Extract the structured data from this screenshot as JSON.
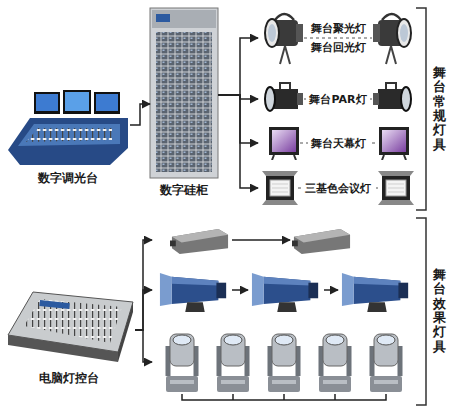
{
  "diagram": {
    "nodes": [
      {
        "text": [
          "数字调光台"
        ]
      },
      {
        "text": [
          "数字硅柜"
        ]
      },
      {
        "text": [
          "舞台常规灯具"
        ]
      },
      {
        "text": [
          "舞台聚光灯",
          "舞台回光灯"
        ],
        "in": 2
      },
      {
        "text": [
          "舞台PAR灯"
        ],
        "in": 2
      },
      {
        "text": [
          "舞台天幕灯"
        ],
        "in": 2
      },
      {
        "text": [
          "三基色会议灯"
        ],
        "in": 2
      },
      {
        "text": [
          "电脑灯控台"
        ]
      },
      {
        "text": [
          "舞台效果灯具"
        ]
      }
    ],
    "edges": [
      {
        "from": 0,
        "to": 1,
        "arrow": "to"
      },
      {
        "from": 1,
        "to": 3,
        "arrow": "to"
      },
      {
        "from": 1,
        "to": 4,
        "arrow": "to"
      },
      {
        "from": 1,
        "to": 5,
        "arrow": "to"
      },
      {
        "from": 1,
        "to": 6,
        "arrow": "to"
      },
      {
        "from": 7,
        "to": 8,
        "arrow": "to"
      },
      {
        "from": 7,
        "to": 8,
        "arrow": "to"
      },
      {
        "from": 7,
        "to": 8,
        "arrow": "to"
      }
    ]
  }
}
